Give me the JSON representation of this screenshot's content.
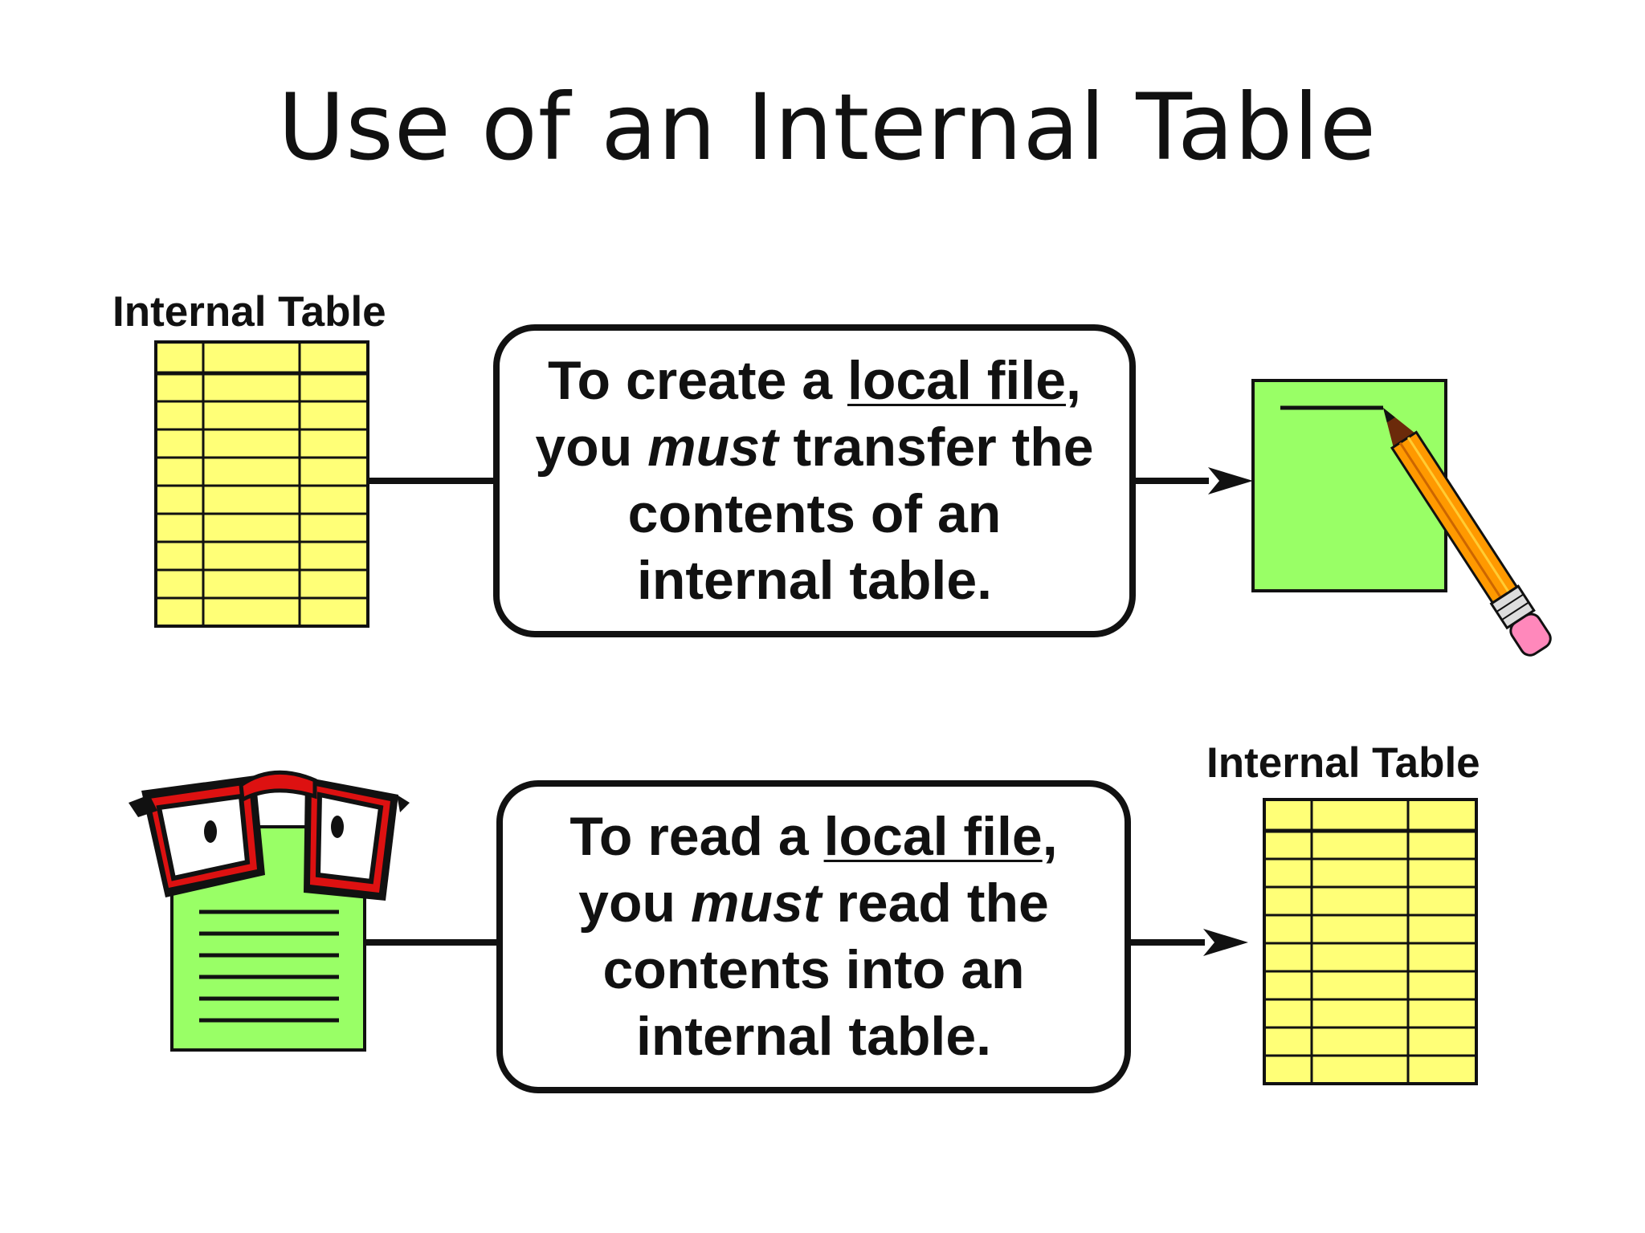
{
  "slide": {
    "title": "Use of an Internal Table"
  },
  "top_row": {
    "table_label": "Internal Table",
    "callout": {
      "p1": "To create a ",
      "link": "local file",
      "p2": ",\nyou ",
      "em": "must",
      "p3": " transfer the\ncontents of an\ninternal table."
    }
  },
  "bottom_row": {
    "table_label": "Internal Table",
    "callout": {
      "p1": "To read a ",
      "link": "local file",
      "p2": ",\nyou ",
      "em": "must",
      "p3": " read the\ncontents into an\ninternal table."
    }
  },
  "icons": {
    "top_right": "pencil-writing-file-icon",
    "bottom_left": "file-with-glasses-icon"
  },
  "colors": {
    "table_fill": "#ffff77",
    "file_fill": "#99ff66",
    "outline": "#111111",
    "pencil_body": "#ff9900",
    "eraser": "#ff88bb",
    "glasses": "#dd1111"
  }
}
